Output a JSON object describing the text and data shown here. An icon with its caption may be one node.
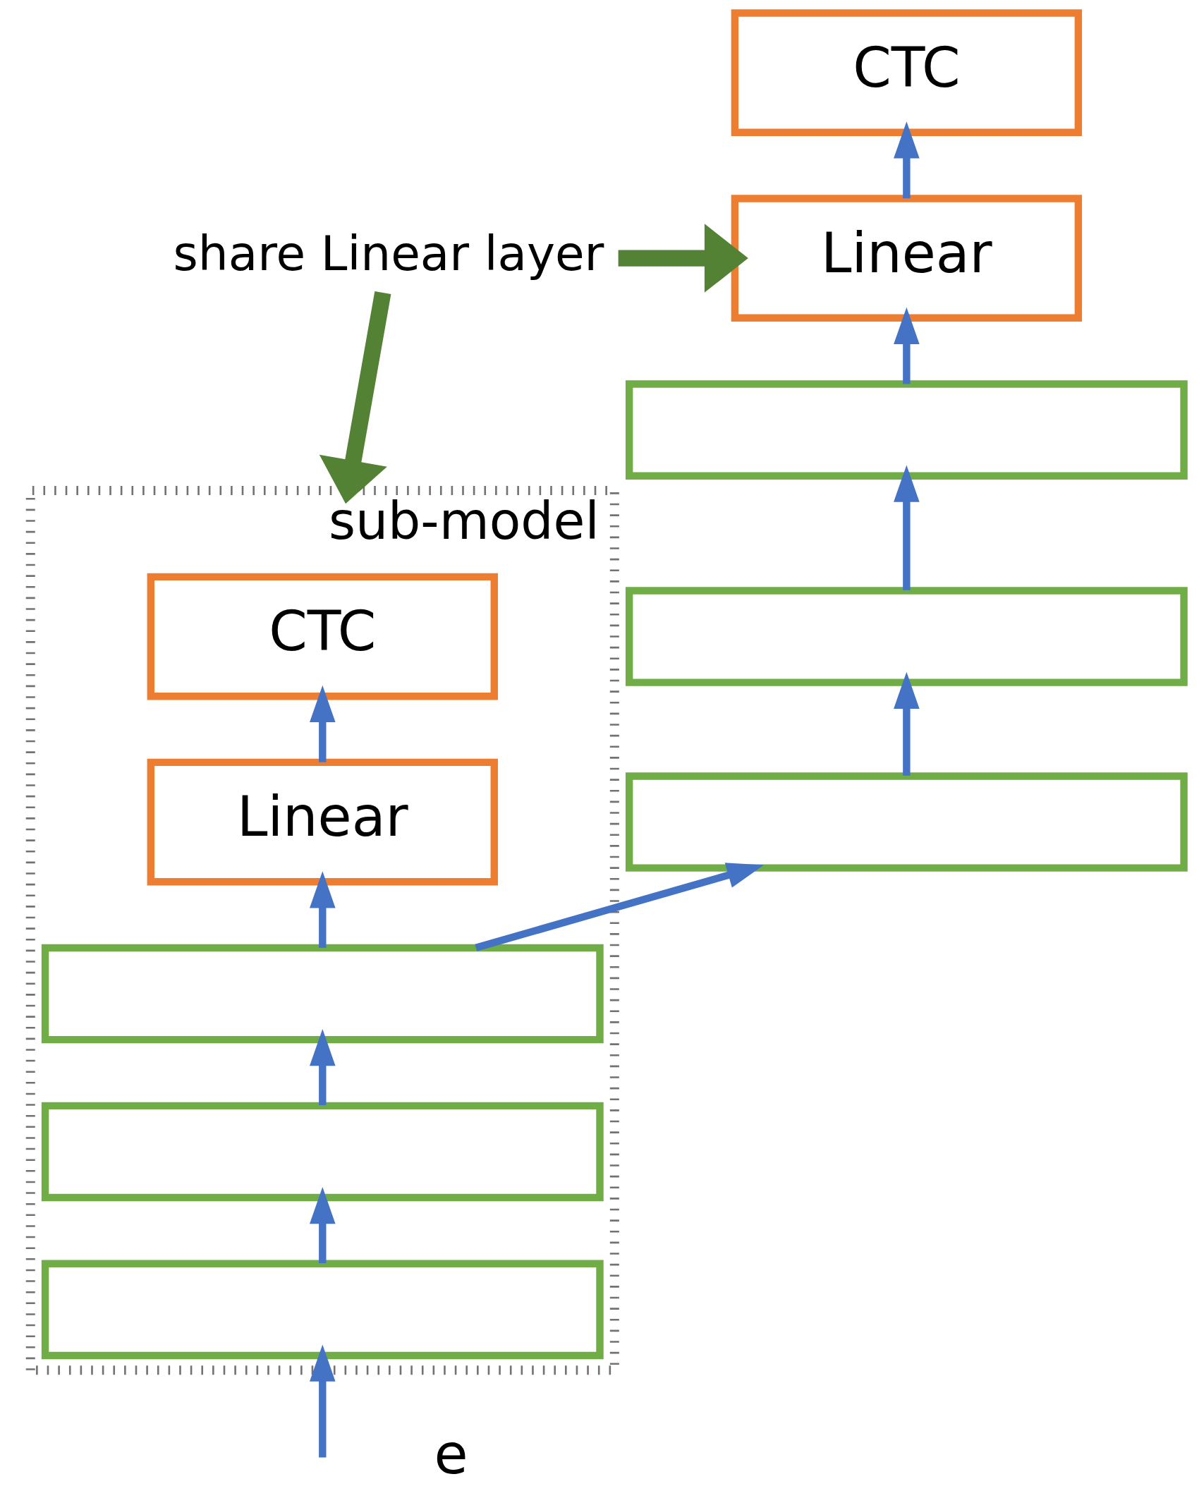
{
  "diagram": {
    "nodes": [
      {
        "text": [
          "CTC"
        ]
      },
      {
        "text": [
          "Linear"
        ]
      },
      {
        "text": [
          "share Linear layer"
        ]
      },
      {
        "text": [],
        "shape": "box"
      },
      {
        "text": [],
        "shape": "box"
      },
      {
        "text": [],
        "shape": "box"
      },
      {
        "text": [
          "sub-model"
        ]
      },
      {
        "text": [
          "CTC"
        ],
        "in": 6
      },
      {
        "text": [
          "Linear"
        ],
        "in": 6
      },
      {
        "text": [],
        "shape": "box",
        "in": 6
      },
      {
        "text": [],
        "shape": "box",
        "in": 6
      },
      {
        "text": [],
        "shape": "box",
        "in": 6
      }
    ],
    "edges": [
      {
        "from": 1,
        "to": 0,
        "arrow": "to"
      },
      {
        "from": 3,
        "to": 1,
        "arrow": "to"
      },
      {
        "from": 4,
        "to": 3,
        "arrow": "to"
      },
      {
        "from": 5,
        "to": 4,
        "arrow": "to"
      },
      {
        "from": 9,
        "to": 5,
        "arrow": "to"
      },
      {
        "from": 9,
        "to": 8,
        "arrow": "to"
      },
      {
        "from": 8,
        "to": 7,
        "arrow": "to"
      },
      {
        "from": 10,
        "to": 9,
        "arrow": "to"
      },
      {
        "from": 11,
        "to": 10,
        "arrow": "to"
      },
      {
        "from": null,
        "to": 11,
        "arrow": "to"
      },
      {
        "from": 2,
        "to": 1,
        "arrow": "to",
        "style": "thick",
        "color": "#548235"
      },
      {
        "from": 2,
        "to": 6,
        "arrow": "to",
        "style": "thick",
        "color": "#548235"
      }
    ],
    "labels": [
      "e"
    ]
  }
}
